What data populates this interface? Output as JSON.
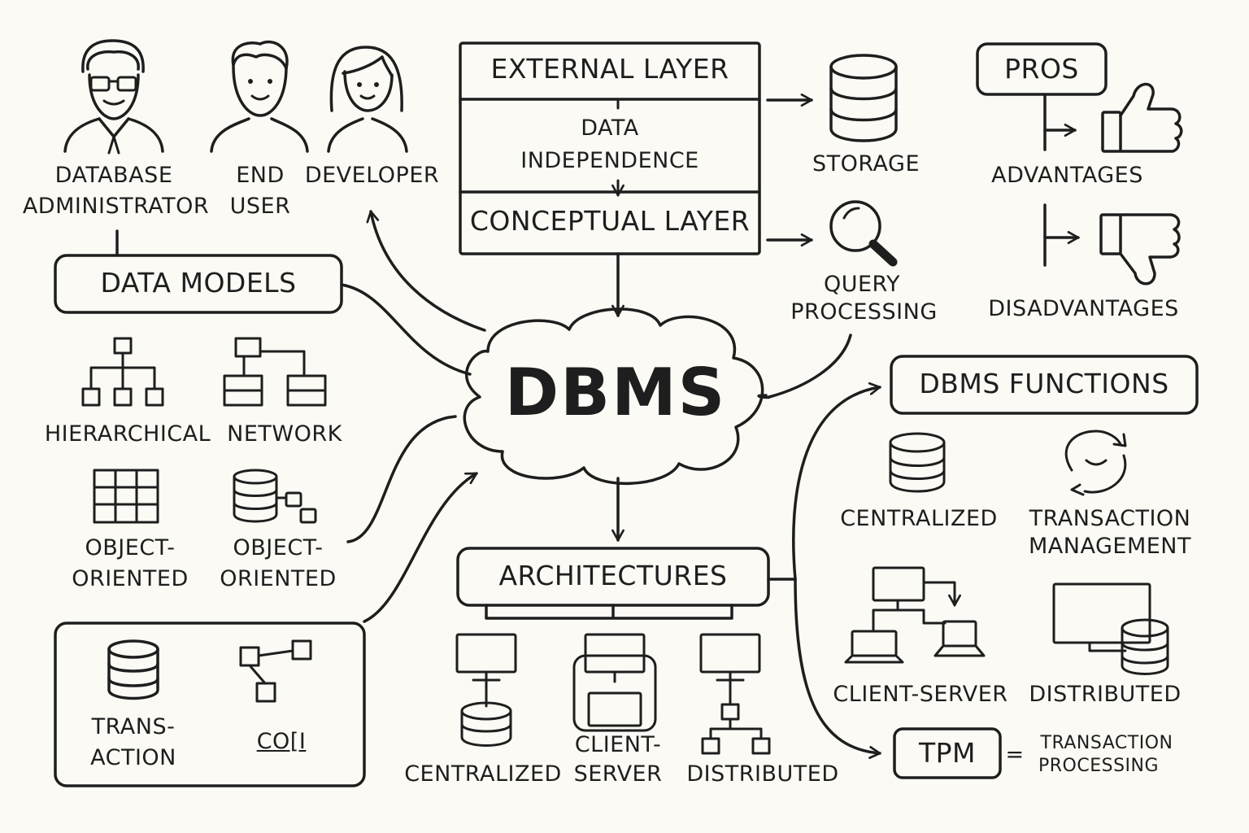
{
  "center": {
    "title": "DBMS"
  },
  "users": {
    "dba": [
      "DATABASE",
      "ADMINISTRATOR"
    ],
    "end_user": [
      "END",
      "USER"
    ],
    "developer": "DEVELOPER"
  },
  "layers": {
    "external": "EXTERNAL LAYER",
    "independence": [
      "DATA",
      "INDEPENDENCE"
    ],
    "conceptual": "CONCEPTUAL LAYER"
  },
  "storage": "STORAGE",
  "query": [
    "QUERY",
    "PROCESSING"
  ],
  "pros": {
    "title": "PROS",
    "advantages": "ADVANTAGES",
    "disadvantages": "DISADVANTAGES"
  },
  "data_models": {
    "title": "DATA MODELS",
    "items": [
      "HIERARCHICAL",
      "NETWORK",
      [
        "OBJECT-",
        "ORIENTED"
      ],
      [
        "OBJECT-",
        "ORIENTED"
      ]
    ]
  },
  "extras": {
    "transaction": [
      "TRANS-",
      "ACTION"
    ],
    "co": "CO[I"
  },
  "architectures": {
    "title": "ARCHITECTURES",
    "items": [
      "CENTRALIZED",
      [
        "CLIENT-",
        "SERVER"
      ],
      "DISTRIBUTED"
    ]
  },
  "functions": {
    "title": "DBMS FUNCTIONS",
    "items": [
      "CENTRALIZED",
      [
        "TRANSACTION",
        "MANAGEMENT"
      ],
      "CLIENT-SERVER",
      "DISTRIBUTED"
    ]
  },
  "tpm": {
    "title": "TPM",
    "equals": "=",
    "definition": [
      "TRANSACTION",
      "PROCESSING"
    ]
  }
}
